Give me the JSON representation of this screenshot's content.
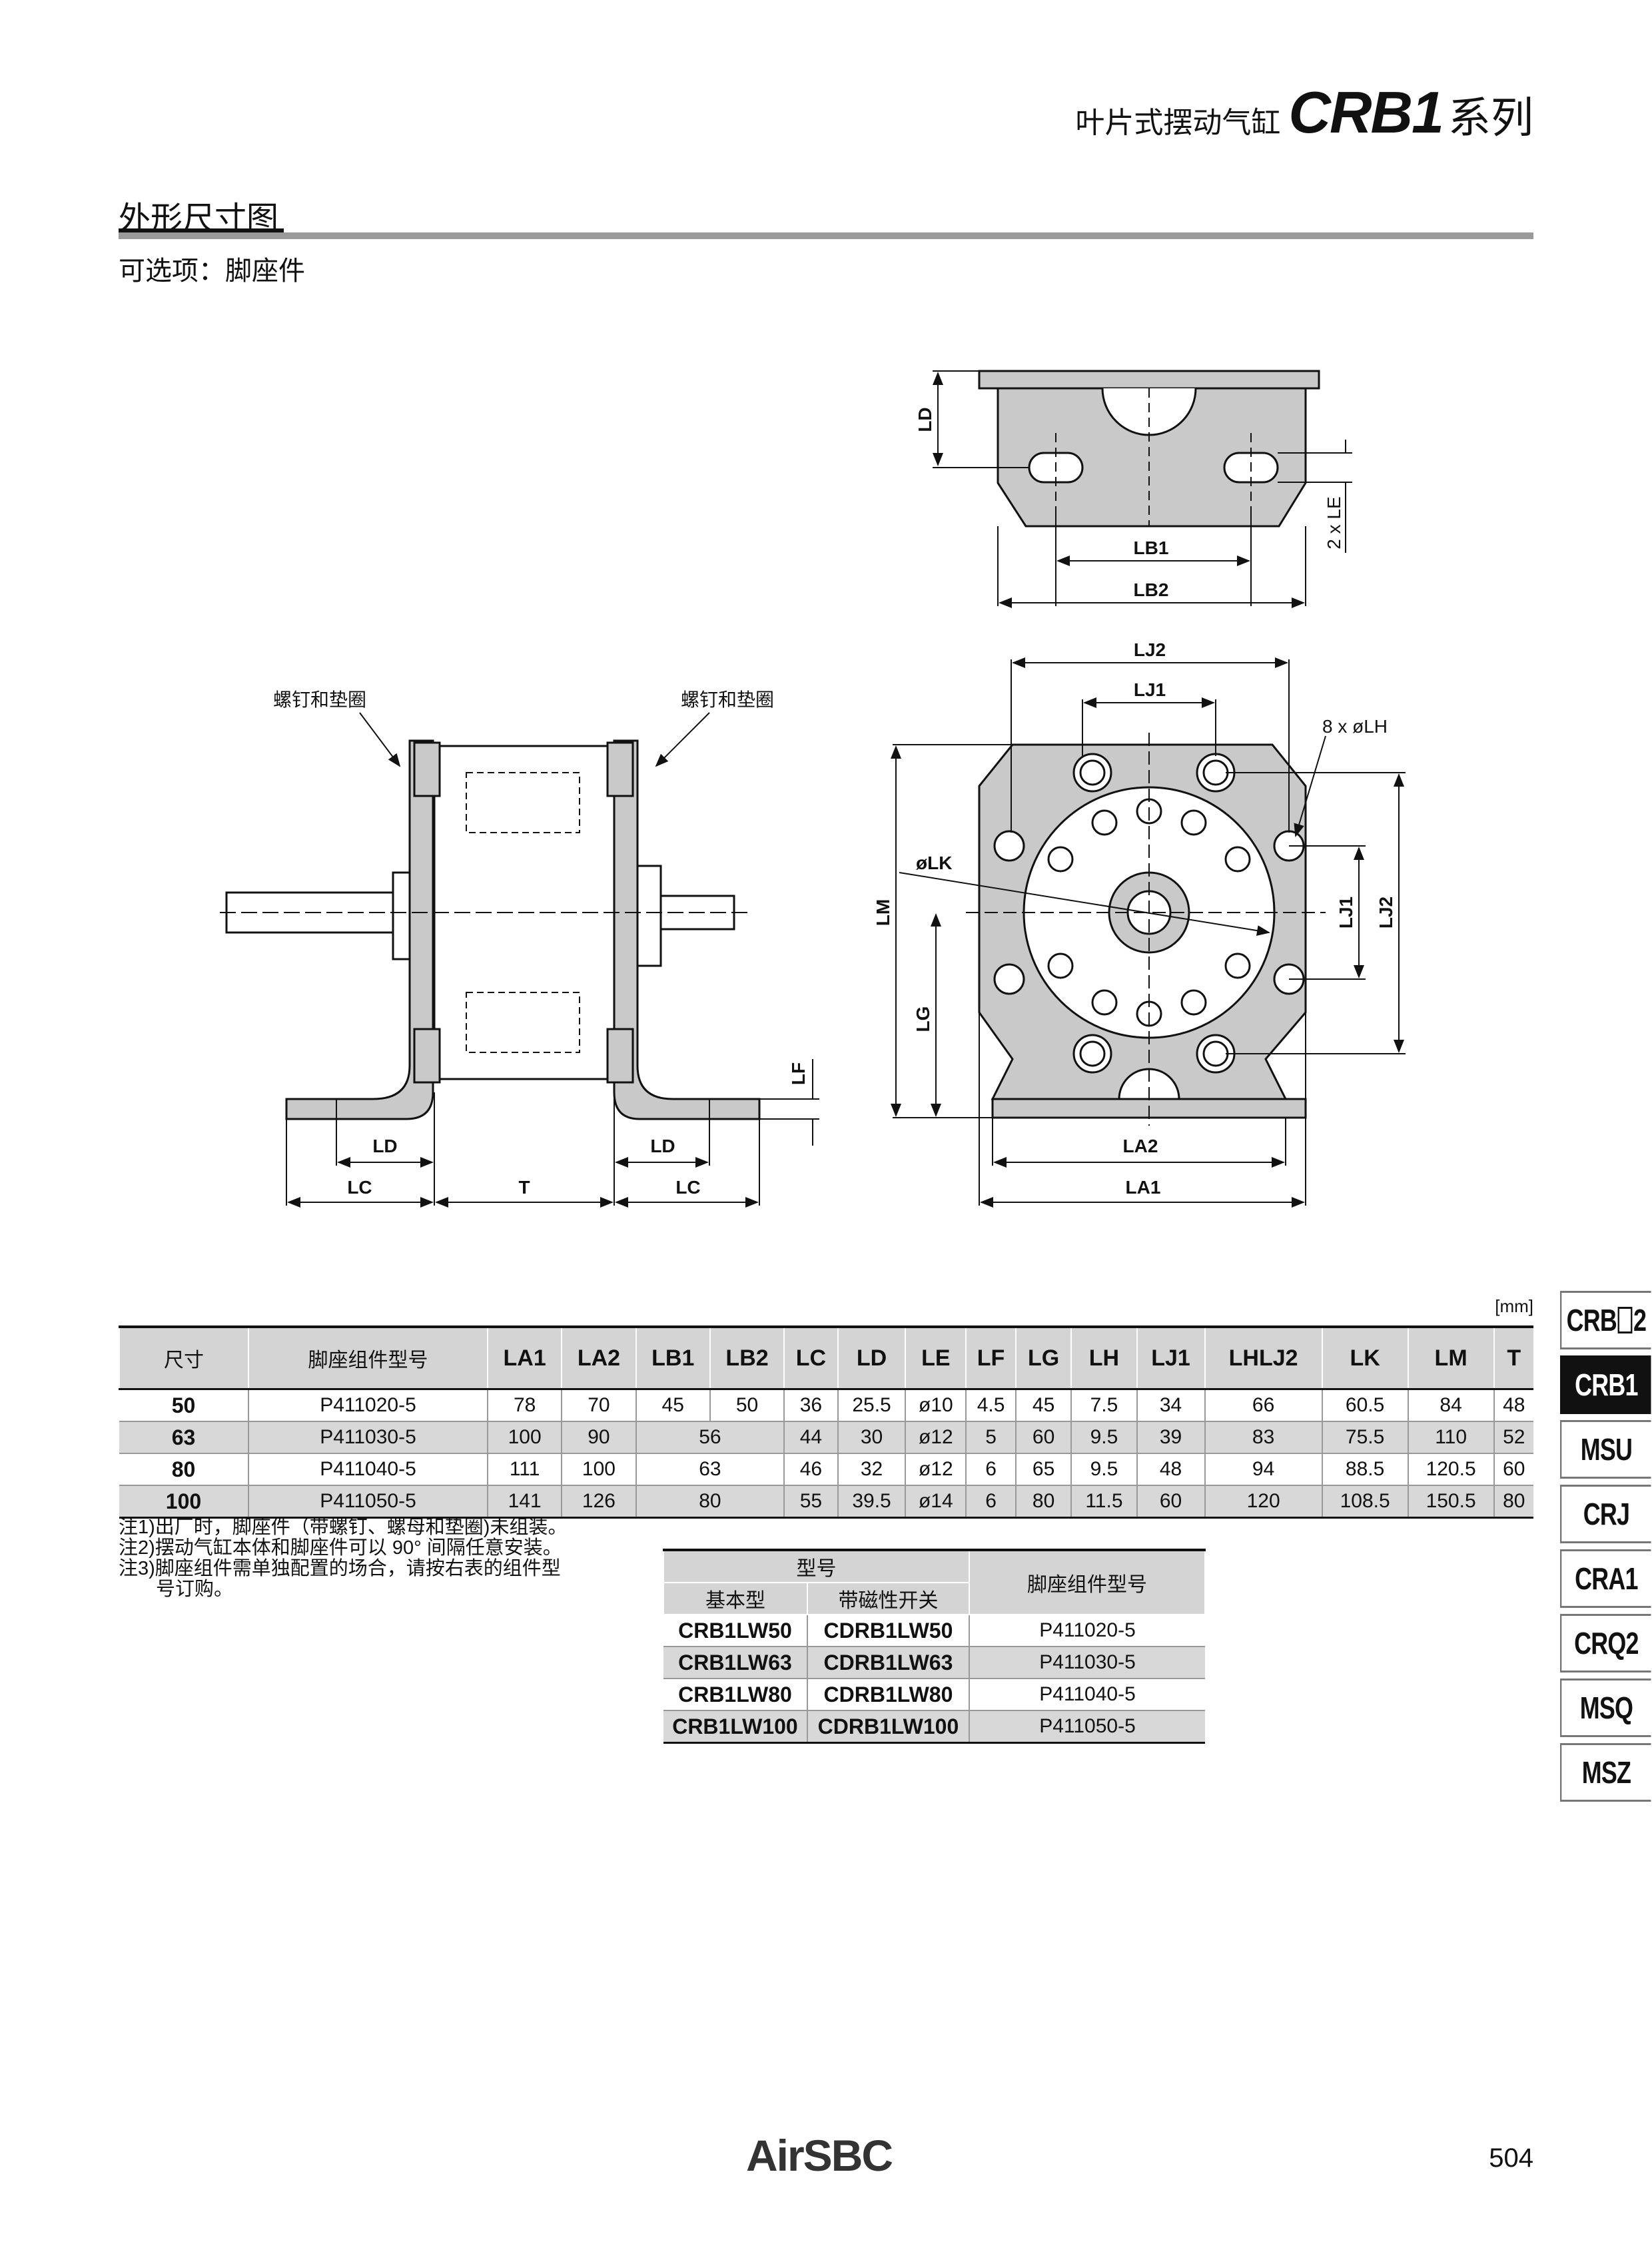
{
  "header": {
    "product_cn": "叶片式摆动气缸",
    "series_code": "CRB1",
    "series_cn": "系列"
  },
  "section_title": "外形尺寸图",
  "subtitle": "可选项：脚座件",
  "drawing": {
    "screw_label_left": "螺钉和垫圈",
    "screw_label_right": "螺钉和垫圈",
    "dims": {
      "LD": "LD",
      "LB1": "LB1",
      "LB2": "LB2",
      "LE": "2 x LE",
      "LJ1": "LJ1",
      "LJ2": "LJ2",
      "LH": "8 x øLH",
      "LK": "øLK",
      "LM": "LM",
      "LG": "LG",
      "LF": "LF",
      "LA1": "LA1",
      "LA2": "LA2",
      "LC": "LC",
      "T": "T"
    }
  },
  "unit": "[mm]",
  "dim_table": {
    "headers": [
      "尺寸",
      "脚座组件型号",
      "LA1",
      "LA2",
      "LB1",
      "LB2",
      "LC",
      "LD",
      "LE",
      "LF",
      "LG",
      "LH",
      "LJ1",
      "LHLJ2",
      "LK",
      "LM",
      "T"
    ],
    "rows": [
      {
        "size": "50",
        "model": "P411020-5",
        "LA1": "78",
        "LA2": "70",
        "LB1": "45",
        "LB2": "50",
        "LC": "36",
        "LD": "25.5",
        "LE": "ø10",
        "LF": "4.5",
        "LG": "45",
        "LH": "7.5",
        "LJ1": "34",
        "LJ2": "66",
        "LK": "60.5",
        "LM": "84",
        "T": "48"
      },
      {
        "size": "63",
        "model": "P411030-5",
        "LA1": "100",
        "LA2": "90",
        "LB": "56",
        "LC": "44",
        "LD": "30",
        "LE": "ø12",
        "LF": "5",
        "LG": "60",
        "LH": "9.5",
        "LJ1": "39",
        "LJ2": "83",
        "LK": "75.5",
        "LM": "110",
        "T": "52"
      },
      {
        "size": "80",
        "model": "P411040-5",
        "LA1": "111",
        "LA2": "100",
        "LB": "63",
        "LC": "46",
        "LD": "32",
        "LE": "ø12",
        "LF": "6",
        "LG": "65",
        "LH": "9.5",
        "LJ1": "48",
        "LJ2": "94",
        "LK": "88.5",
        "LM": "120.5",
        "T": "60"
      },
      {
        "size": "100",
        "model": "P411050-5",
        "LA1": "141",
        "LA2": "126",
        "LB": "80",
        "LC": "55",
        "LD": "39.5",
        "LE": "ø14",
        "LF": "6",
        "LG": "80",
        "LH": "11.5",
        "LJ1": "60",
        "LJ2": "120",
        "LK": "108.5",
        "LM": "150.5",
        "T": "80"
      }
    ]
  },
  "notes": [
    "注1)出厂时，脚座件（带螺钉、螺母和垫圈)未组装。",
    "注2)摆动气缸本体和脚座件可以 90° 间隔任意安装。",
    "注3)脚座组件需单独配置的场合，请按右表的组件型号订购。"
  ],
  "order_table": {
    "header_group": "型号",
    "header_basic": "基本型",
    "header_switch": "带磁性开关",
    "header_kit": "脚座组件型号",
    "rows": [
      {
        "basic": "CRB1LW50",
        "switch": "CDRB1LW50",
        "kit": "P411020-5"
      },
      {
        "basic": "CRB1LW63",
        "switch": "CDRB1LW63",
        "kit": "P411030-5"
      },
      {
        "basic": "CRB1LW80",
        "switch": "CDRB1LW80",
        "kit": "P411040-5"
      },
      {
        "basic": "CRB1LW100",
        "switch": "CDRB1LW100",
        "kit": "P411050-5"
      }
    ]
  },
  "side_tabs": {
    "tab1_prefix": "CRB",
    "tab1_suffix": "2",
    "items": [
      "CRB1",
      "MSU",
      "CRJ",
      "CRA1",
      "CRQ2",
      "MSQ",
      "MSZ"
    ],
    "active": "CRB1"
  },
  "footer": {
    "logo": "AirSBC",
    "page": "504"
  }
}
